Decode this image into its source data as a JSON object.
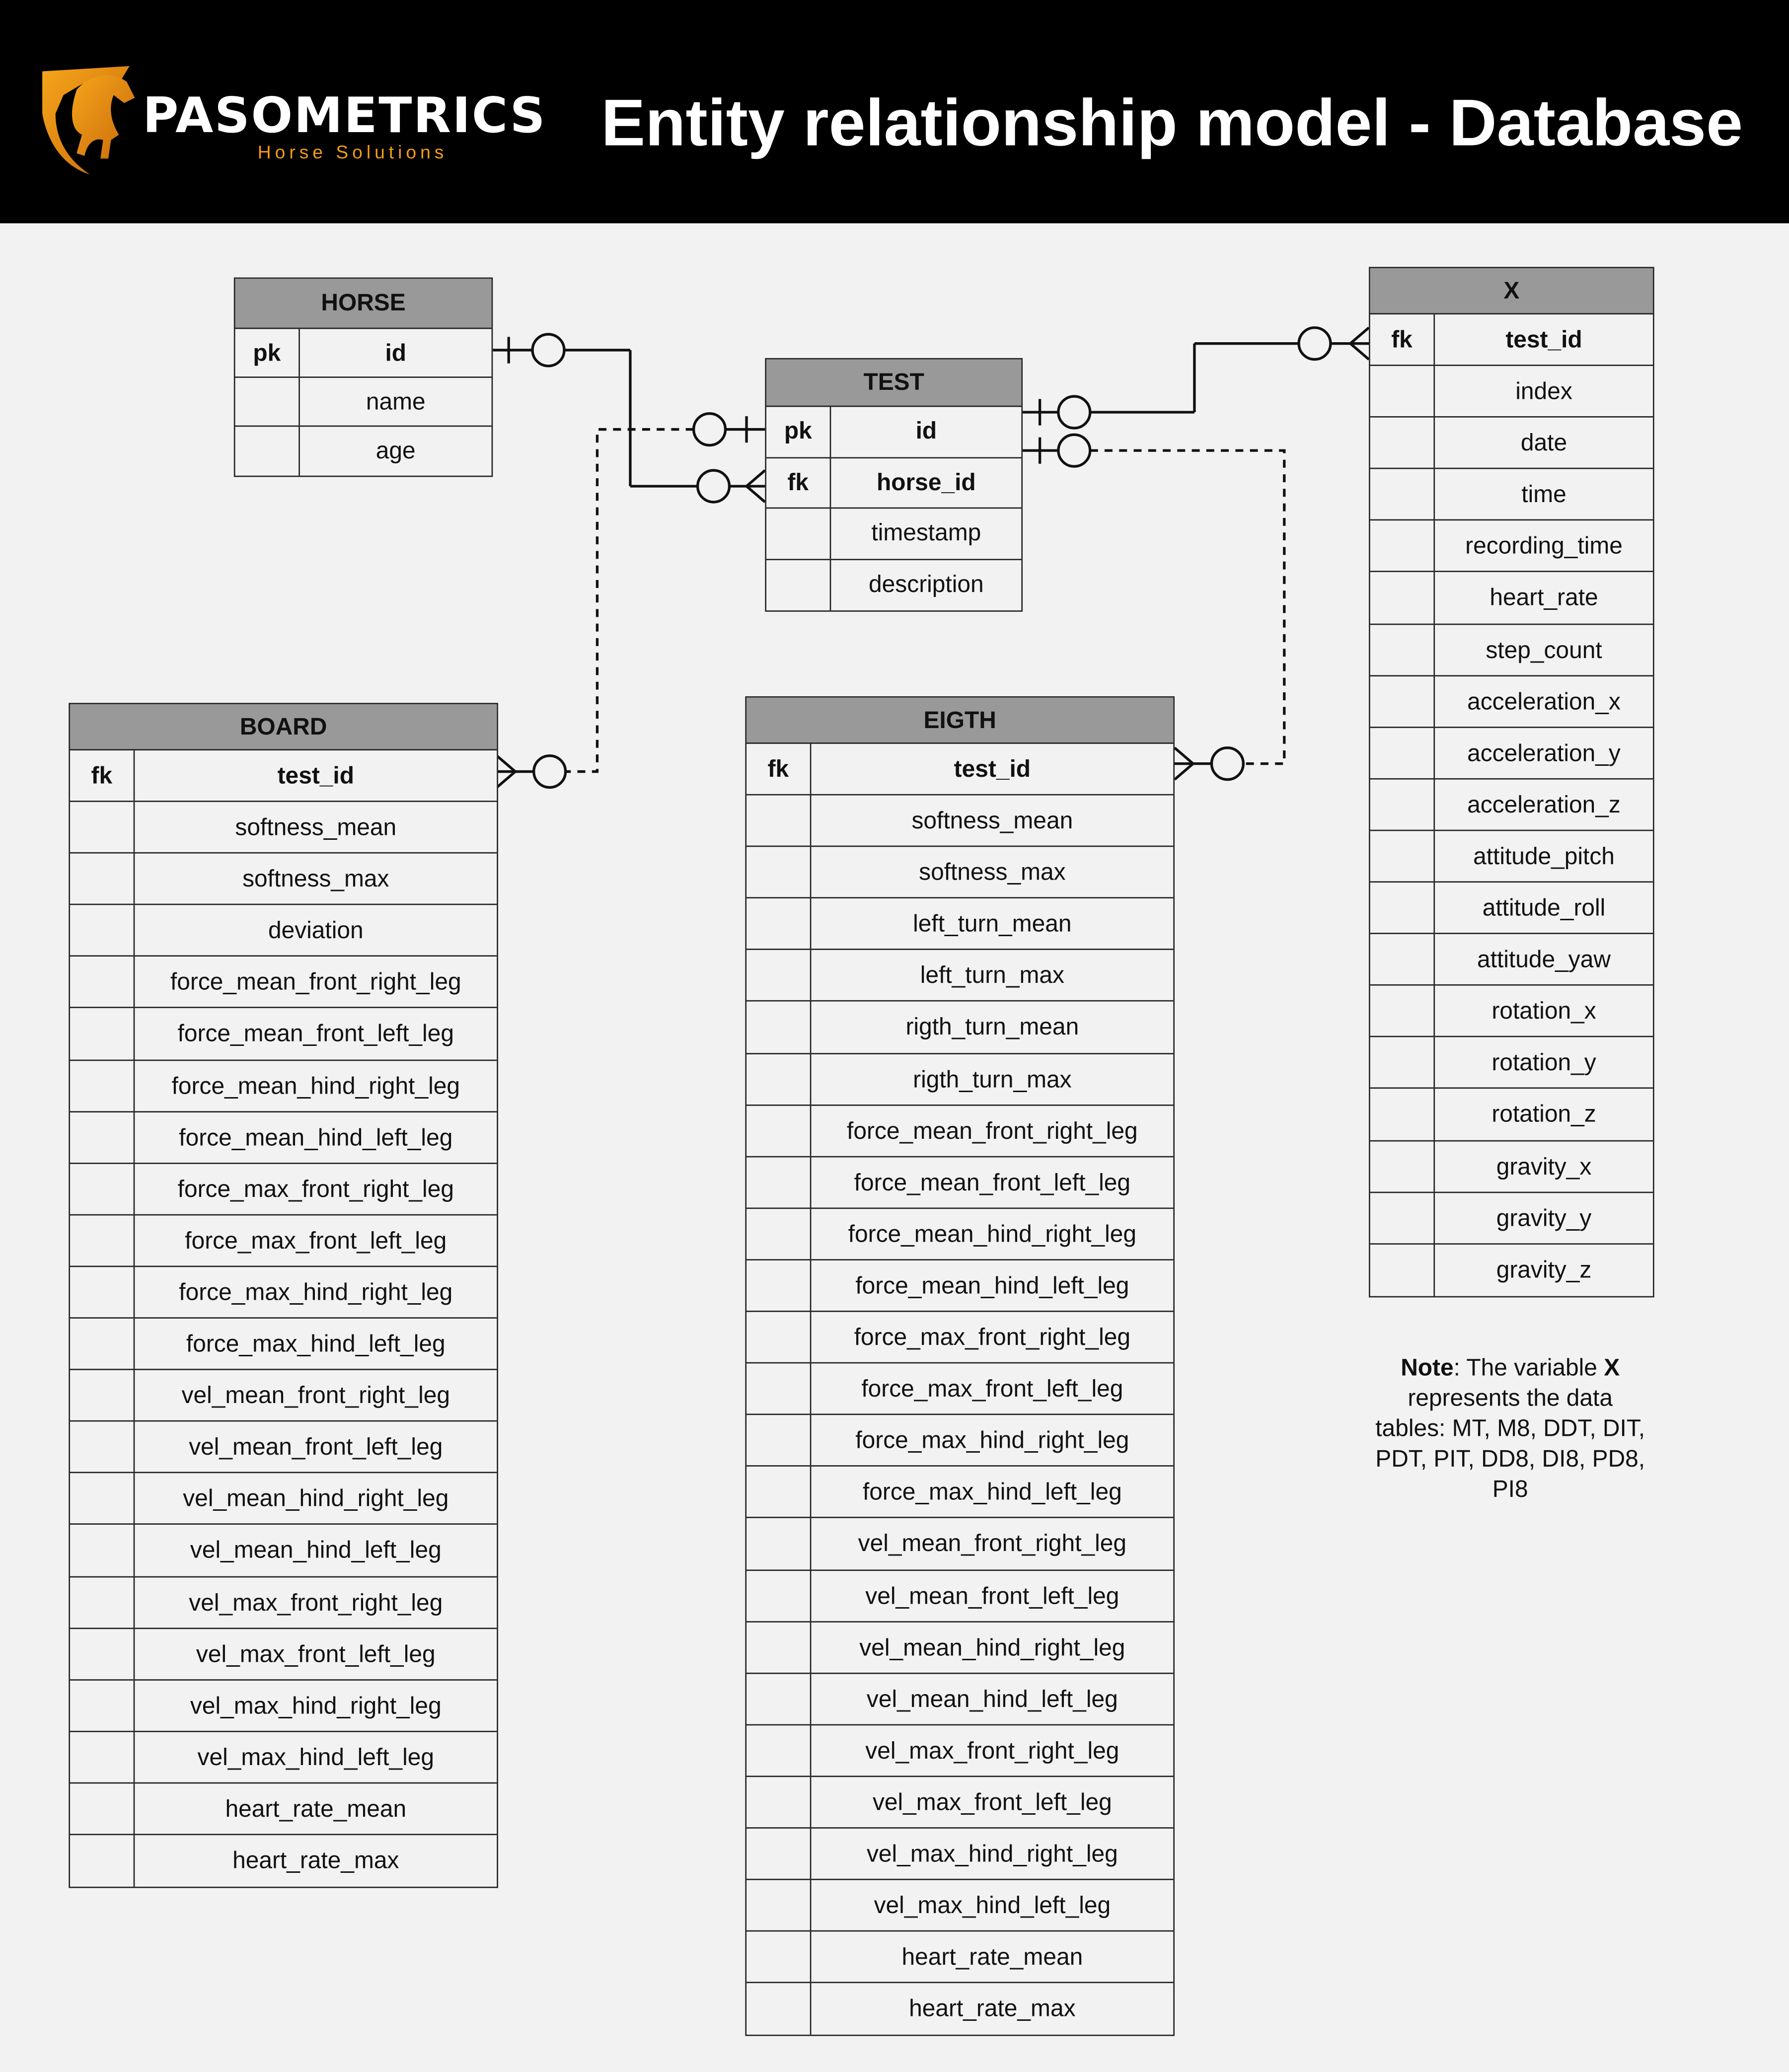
{
  "header": {
    "brand_name": "PASOMETRICS",
    "brand_tagline": "Horse Solutions",
    "title": "Entity relationship model - Database"
  },
  "tables": {
    "horse": {
      "title": "HORSE",
      "rows": [
        {
          "key": "pk",
          "name": "id"
        },
        {
          "key": "",
          "name": "name"
        },
        {
          "key": "",
          "name": "age"
        }
      ]
    },
    "test": {
      "title": "TEST",
      "rows": [
        {
          "key": "pk",
          "name": "id"
        },
        {
          "key": "fk",
          "name": "horse_id"
        },
        {
          "key": "",
          "name": "timestamp"
        },
        {
          "key": "",
          "name": "description"
        }
      ]
    },
    "x": {
      "title": "X",
      "rows": [
        {
          "key": "fk",
          "name": "test_id"
        },
        {
          "key": "",
          "name": "index"
        },
        {
          "key": "",
          "name": "date"
        },
        {
          "key": "",
          "name": "time"
        },
        {
          "key": "",
          "name": "recording_time"
        },
        {
          "key": "",
          "name": "heart_rate"
        },
        {
          "key": "",
          "name": "step_count"
        },
        {
          "key": "",
          "name": "acceleration_x"
        },
        {
          "key": "",
          "name": "acceleration_y"
        },
        {
          "key": "",
          "name": "acceleration_z"
        },
        {
          "key": "",
          "name": "attitude_pitch"
        },
        {
          "key": "",
          "name": "attitude_roll"
        },
        {
          "key": "",
          "name": "attitude_yaw"
        },
        {
          "key": "",
          "name": "rotation_x"
        },
        {
          "key": "",
          "name": "rotation_y"
        },
        {
          "key": "",
          "name": "rotation_z"
        },
        {
          "key": "",
          "name": "gravity_x"
        },
        {
          "key": "",
          "name": "gravity_y"
        },
        {
          "key": "",
          "name": "gravity_z"
        }
      ]
    },
    "board": {
      "title": "BOARD",
      "rows": [
        {
          "key": "fk",
          "name": "test_id"
        },
        {
          "key": "",
          "name": "softness_mean"
        },
        {
          "key": "",
          "name": "softness_max"
        },
        {
          "key": "",
          "name": "deviation"
        },
        {
          "key": "",
          "name": "force_mean_front_right_leg"
        },
        {
          "key": "",
          "name": "force_mean_front_left_leg"
        },
        {
          "key": "",
          "name": "force_mean_hind_right_leg"
        },
        {
          "key": "",
          "name": "force_mean_hind_left_leg"
        },
        {
          "key": "",
          "name": "force_max_front_right_leg"
        },
        {
          "key": "",
          "name": "force_max_front_left_leg"
        },
        {
          "key": "",
          "name": "force_max_hind_right_leg"
        },
        {
          "key": "",
          "name": "force_max_hind_left_leg"
        },
        {
          "key": "",
          "name": "vel_mean_front_right_leg"
        },
        {
          "key": "",
          "name": "vel_mean_front_left_leg"
        },
        {
          "key": "",
          "name": "vel_mean_hind_right_leg"
        },
        {
          "key": "",
          "name": "vel_mean_hind_left_leg"
        },
        {
          "key": "",
          "name": "vel_max_front_right_leg"
        },
        {
          "key": "",
          "name": "vel_max_front_left_leg"
        },
        {
          "key": "",
          "name": "vel_max_hind_right_leg"
        },
        {
          "key": "",
          "name": "vel_max_hind_left_leg"
        },
        {
          "key": "",
          "name": "heart_rate_mean"
        },
        {
          "key": "",
          "name": "heart_rate_max"
        }
      ]
    },
    "eigth": {
      "title": "EIGTH",
      "rows": [
        {
          "key": "fk",
          "name": "test_id"
        },
        {
          "key": "",
          "name": "softness_mean"
        },
        {
          "key": "",
          "name": "softness_max"
        },
        {
          "key": "",
          "name": "left_turn_mean"
        },
        {
          "key": "",
          "name": "left_turn_max"
        },
        {
          "key": "",
          "name": "rigth_turn_mean"
        },
        {
          "key": "",
          "name": "rigth_turn_max"
        },
        {
          "key": "",
          "name": "force_mean_front_right_leg"
        },
        {
          "key": "",
          "name": "force_mean_front_left_leg"
        },
        {
          "key": "",
          "name": "force_mean_hind_right_leg"
        },
        {
          "key": "",
          "name": "force_mean_hind_left_leg"
        },
        {
          "key": "",
          "name": "force_max_front_right_leg"
        },
        {
          "key": "",
          "name": "force_max_front_left_leg"
        },
        {
          "key": "",
          "name": "force_max_hind_right_leg"
        },
        {
          "key": "",
          "name": "force_max_hind_left_leg"
        },
        {
          "key": "",
          "name": "vel_mean_front_right_leg"
        },
        {
          "key": "",
          "name": "vel_mean_front_left_leg"
        },
        {
          "key": "",
          "name": "vel_mean_hind_right_leg"
        },
        {
          "key": "",
          "name": "vel_mean_hind_left_leg"
        },
        {
          "key": "",
          "name": "vel_max_front_right_leg"
        },
        {
          "key": "",
          "name": "vel_max_front_left_leg"
        },
        {
          "key": "",
          "name": "vel_max_hind_right_leg"
        },
        {
          "key": "",
          "name": "vel_max_hind_left_leg"
        },
        {
          "key": "",
          "name": "heart_rate_mean"
        },
        {
          "key": "",
          "name": "heart_rate_max"
        }
      ]
    }
  },
  "note": {
    "label": "Note",
    "text_1": ": The variable ",
    "variable": "X",
    "text_2": " represents the data tables: MT, M8, DDT, DIT, PDT, PIT, DD8, DI8, PD8, PI8"
  }
}
